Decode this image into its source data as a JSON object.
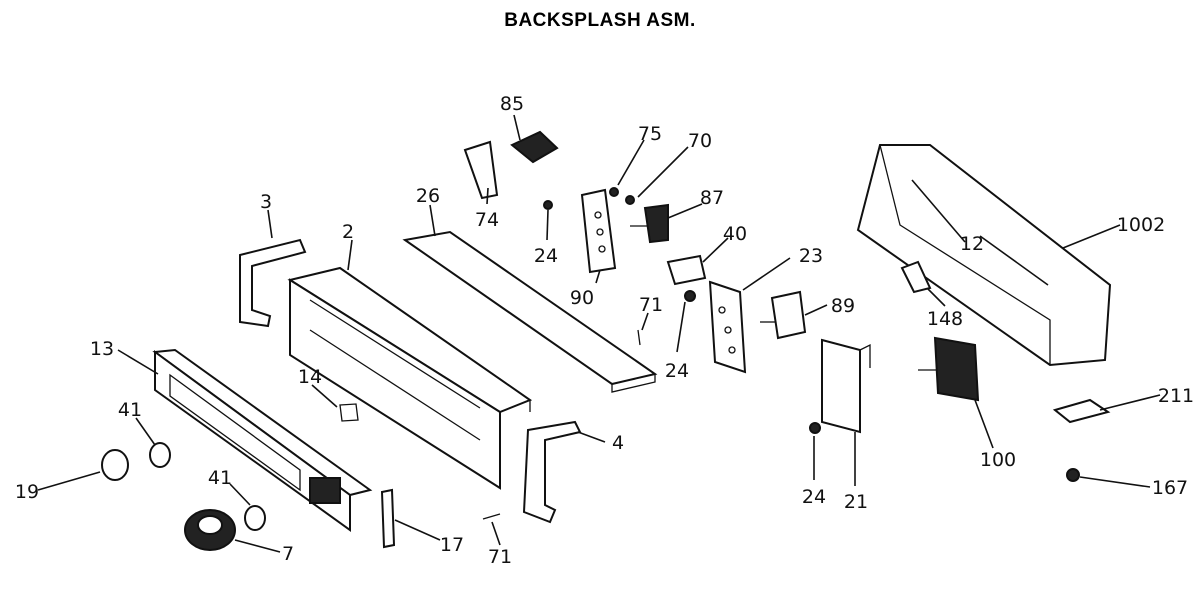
{
  "title": "BACKSPLASH ASM.",
  "callouts": {
    "c85": "85",
    "c75": "75",
    "c70": "70",
    "c3": "3",
    "c26": "26",
    "c74": "74",
    "c87": "87",
    "c2": "2",
    "c24a": "24",
    "c40": "40",
    "c23": "23",
    "c90": "90",
    "c71a": "71",
    "c89": "89",
    "c24b": "24",
    "c13": "13",
    "c14": "14",
    "c41a": "41",
    "c4": "4",
    "c19": "19",
    "c41b": "41",
    "c7": "7",
    "c17": "17",
    "c71b": "71",
    "c24c": "24",
    "c21": "21",
    "c100": "100",
    "c12": "12",
    "c1002": "1002",
    "c148": "148",
    "c211": "211",
    "c167": "167"
  }
}
